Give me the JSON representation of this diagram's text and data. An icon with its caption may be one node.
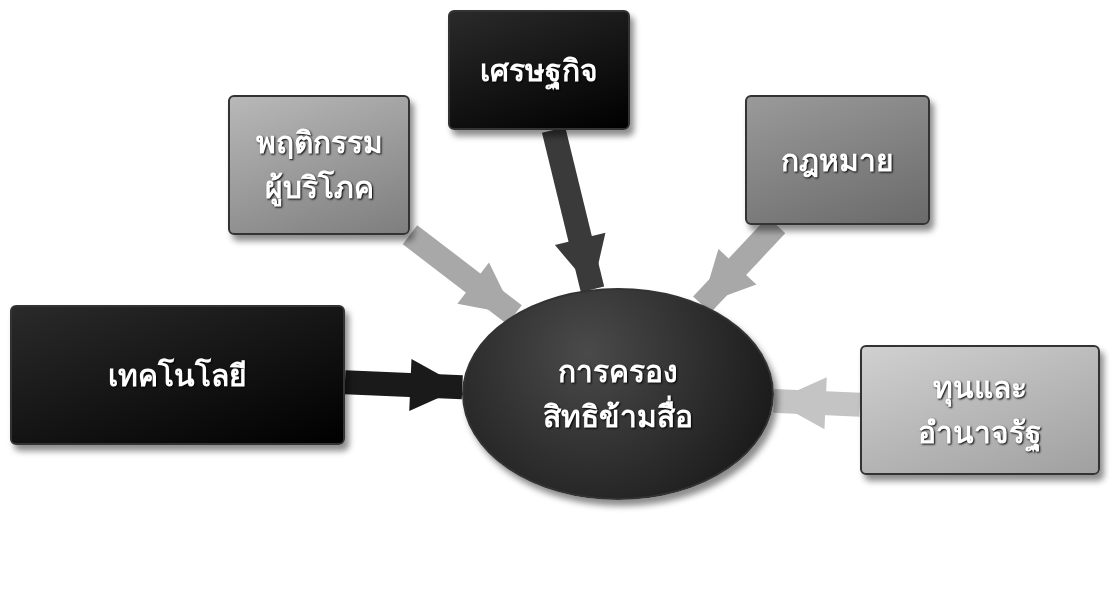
{
  "diagram": {
    "nodes": [
      {
        "text": [
          "พฤติกรรมผู้บริโภค"
        ]
      },
      {
        "text": [
          "เศรษฐกิจ"
        ]
      },
      {
        "text": [
          "กฎหมาย"
        ]
      },
      {
        "text": [
          "เทคโนโลยี"
        ]
      },
      {
        "text": [
          "การครองสิทธิข้ามสื่อ"
        ]
      },
      {
        "text": [
          "ทุนและอำนาจรัฐ"
        ]
      }
    ],
    "edges": [
      {
        "from": 0,
        "to": 4,
        "arrow": "to",
        "color": "#a8a8a8"
      },
      {
        "from": 1,
        "to": 4,
        "arrow": "to",
        "color": "#3a3a3a"
      },
      {
        "from": 2,
        "to": 4,
        "arrow": "to",
        "color": "#a8a8a8"
      },
      {
        "from": 3,
        "to": 4,
        "arrow": "to",
        "color": "#1a1a1a"
      },
      {
        "from": 5,
        "to": 4,
        "arrow": "to",
        "color": "#c4c4c4"
      }
    ]
  }
}
